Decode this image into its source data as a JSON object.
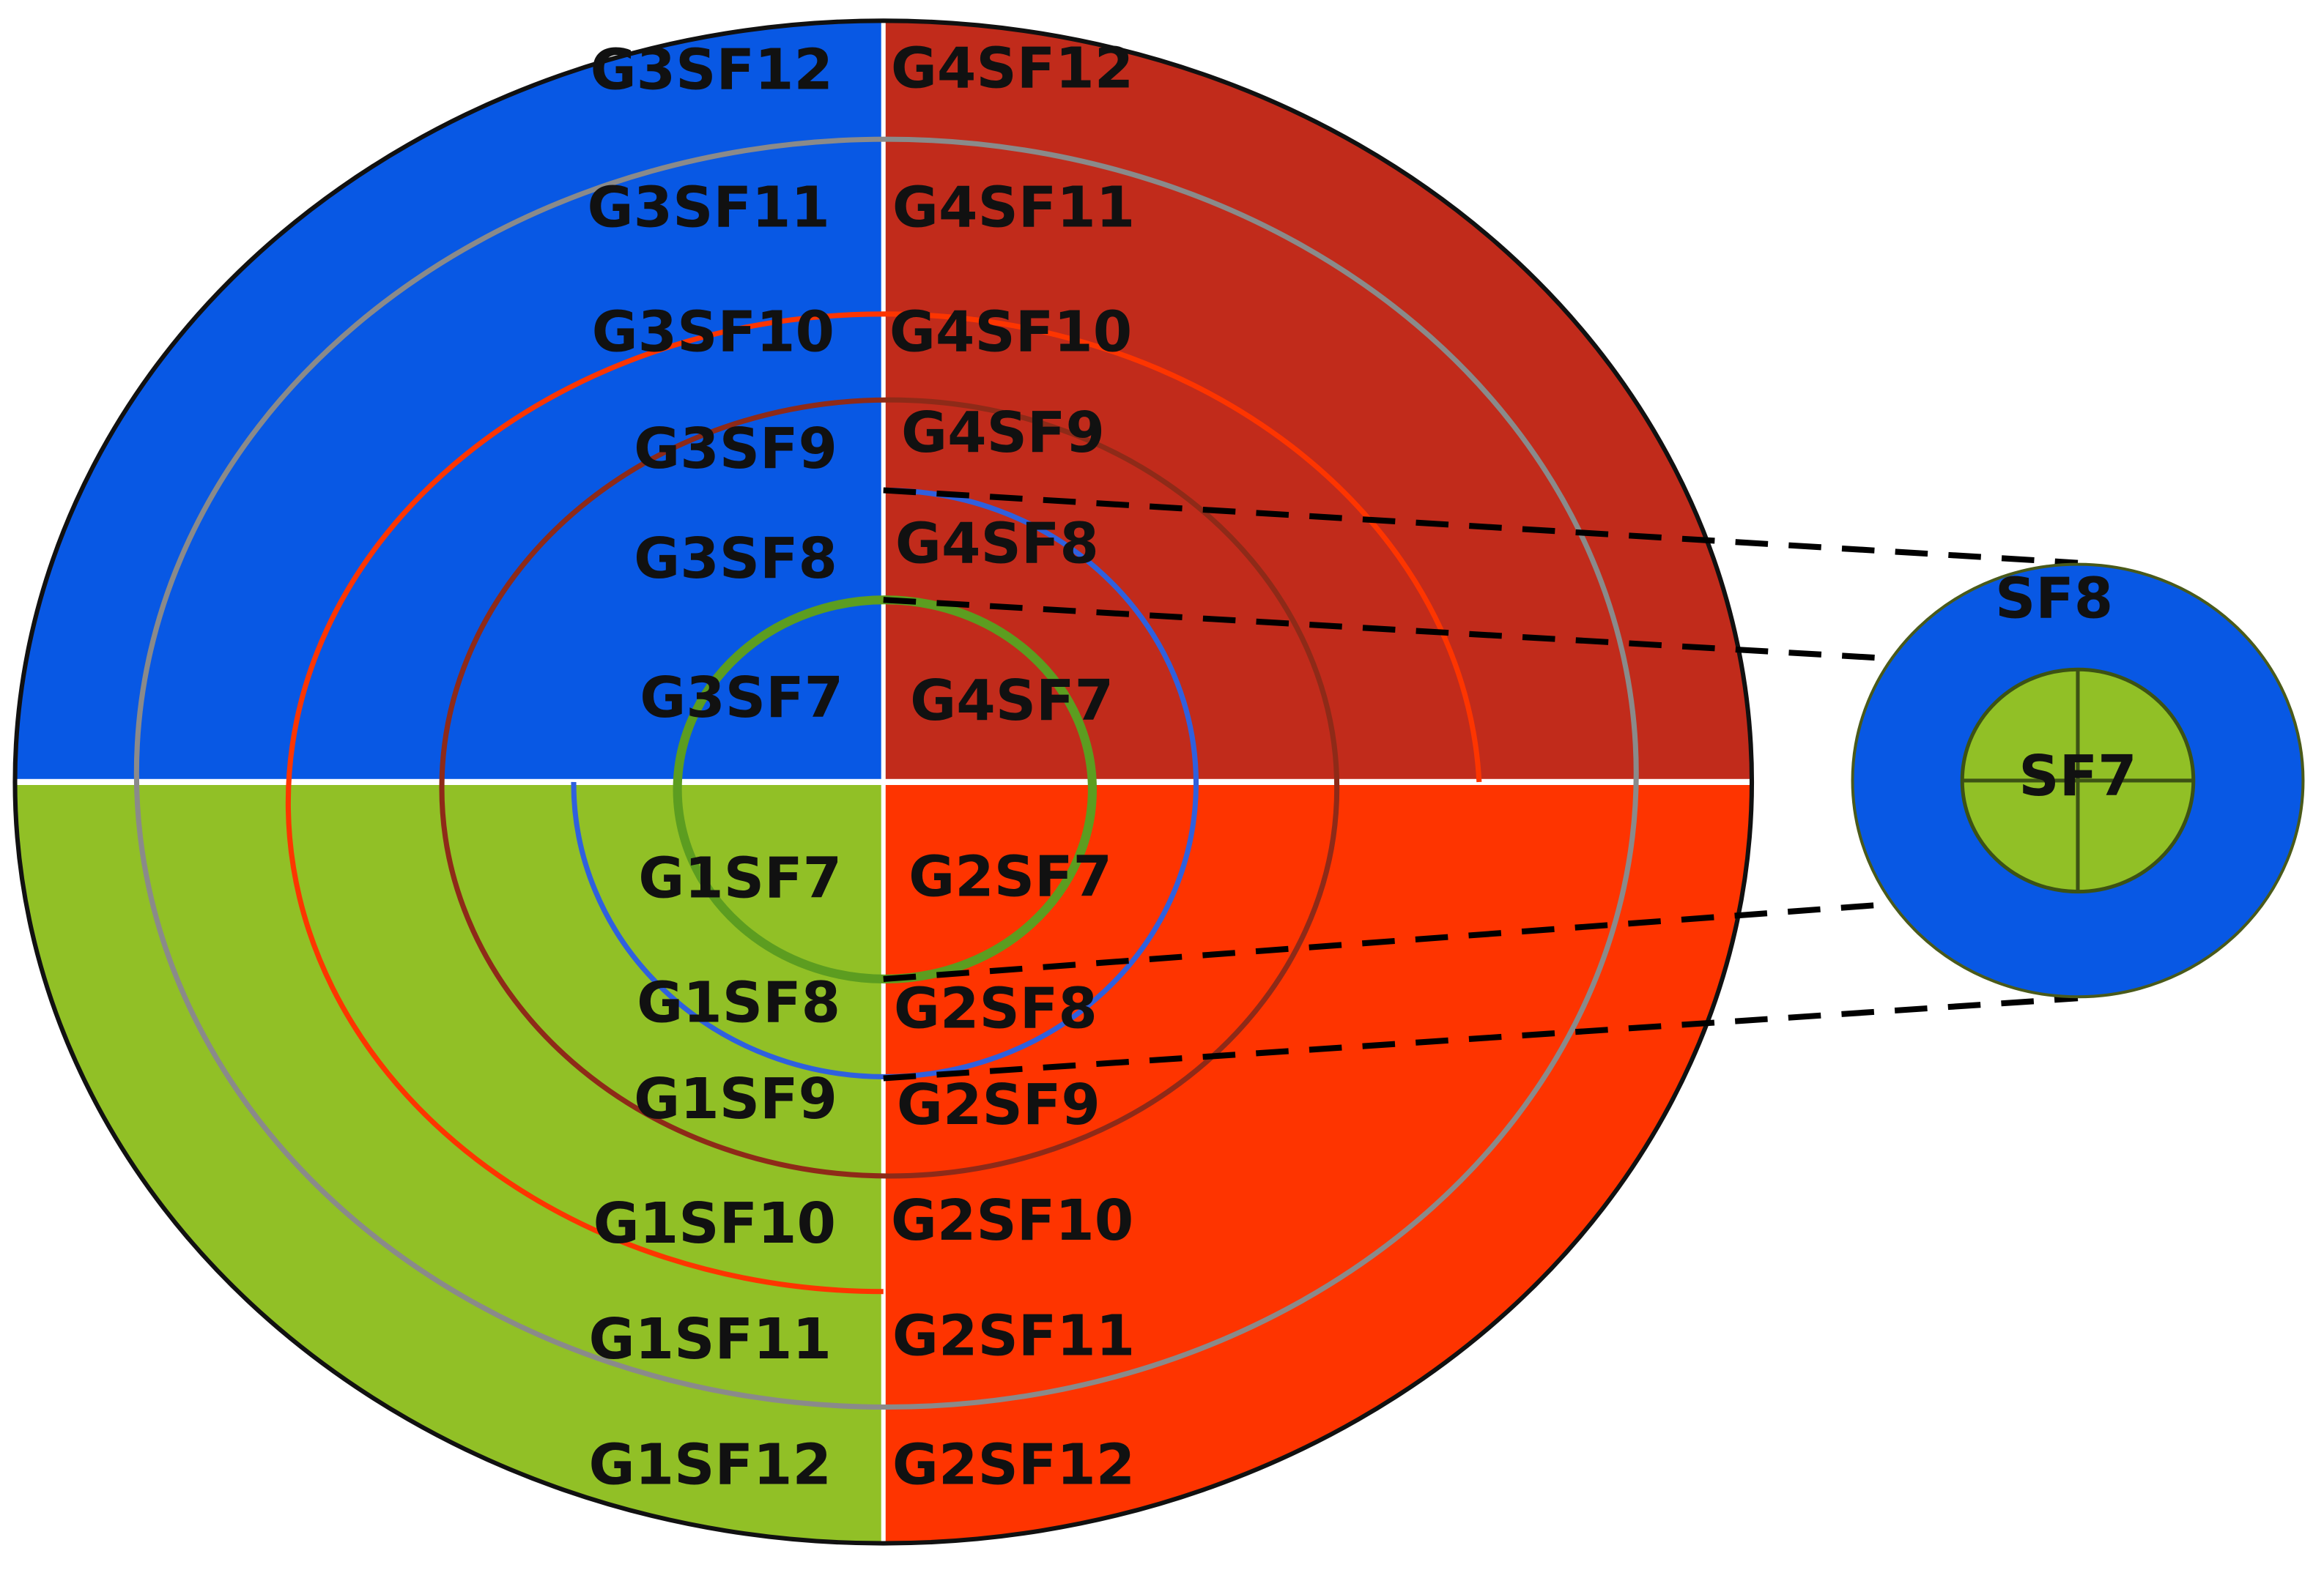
{
  "colors": {
    "q1": "#91c026",
    "q2": "#fe3400",
    "q3": "#0858e4",
    "q4": "#c12b1b",
    "ring_sf7": "#5c9d20",
    "ring_sf8": "#2f60de",
    "ring_sf9": "#8e2a18",
    "ring_sf10": "#fd3500",
    "ring_sf11": "#8a8a8a",
    "zoom_outer": "#0858e4",
    "zoom_inner": "#91c026"
  },
  "labels": {
    "g3": [
      "G3SF12",
      "G3SF11",
      "G3SF10",
      "G3SF9",
      "G3SF8",
      "G3SF7"
    ],
    "g4": [
      "G4SF12",
      "G4SF11",
      "G4SF10",
      "G4SF9",
      "G4SF8",
      "G4SF7"
    ],
    "g1": [
      "G1SF7",
      "G1SF8",
      "G1SF9",
      "G1SF10",
      "G1SF11",
      "G1SF12"
    ],
    "g2": [
      "G2SF7",
      "G2SF8",
      "G2SF9",
      "G2SF10",
      "G2SF11",
      "G2SF12"
    ]
  },
  "zoom": {
    "outer_label": "SF8",
    "inner_label": "SF7"
  }
}
